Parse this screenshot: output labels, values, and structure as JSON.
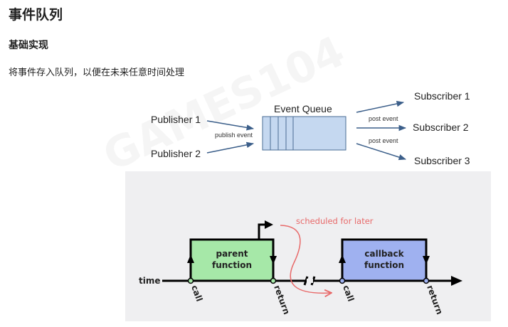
{
  "heading": "事件队列",
  "subheading": "基础实现",
  "paragraph": "将事件存入队列，以便在未来任意时间处理",
  "watermark": "GAMES104",
  "queue_diagram": {
    "title": "Event Queue",
    "publishers": [
      "Publisher 1",
      "Publisher 2"
    ],
    "publish_label": "publish event",
    "post_label": "post event",
    "subscribers": [
      "Subscriber 1",
      "Subscriber 2",
      "Subscriber 3"
    ]
  },
  "timeline_diagram": {
    "time_label": "time",
    "parent_line1": "parent",
    "parent_line2": "function",
    "callback_line1": "callback",
    "callback_line2": "function",
    "scheduled_label": "scheduled for later",
    "call_label": "call",
    "return_label": "return",
    "colors": {
      "parent": "#a6e8a8",
      "callback": "#9fb1f0",
      "scheduled": "#e86a6a",
      "panel": "#efeff1"
    }
  }
}
